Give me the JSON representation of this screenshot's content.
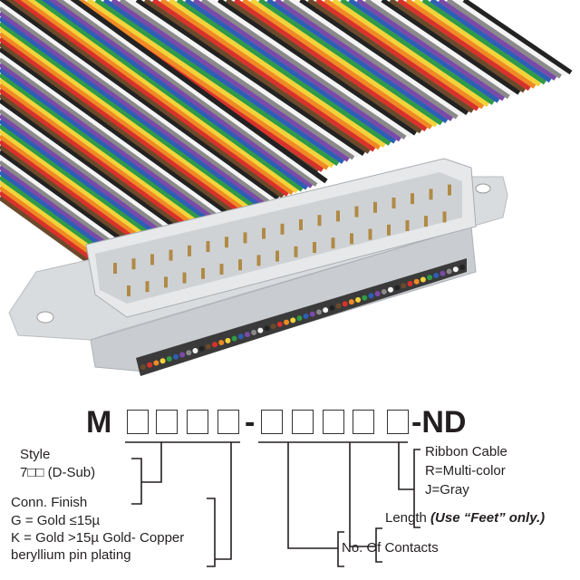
{
  "part_number": {
    "prefix": "M",
    "separator": "-",
    "suffix": "-ND",
    "group1_boxes": 4,
    "group2_boxes": 5
  },
  "legend": {
    "style": {
      "title": "Style",
      "line": "7□□ (D-Sub)"
    },
    "finish": {
      "title": "Conn. Finish",
      "g": "G = Gold ≤15µ",
      "k": "K = Gold >15µ Gold- Copper",
      "k2": "beryllium pin plating"
    },
    "contacts": "No. Of Contacts",
    "length": {
      "label": "Length ",
      "note": "(Use “Feet” only.)"
    },
    "ribbon": {
      "title": "Ribbon Cable",
      "r": "R=Multi-color",
      "j": "J=Gray"
    }
  },
  "wire_colors": [
    "#6b4a2b",
    "#d8322b",
    "#f08a24",
    "#f2d43a",
    "#2f9a48",
    "#2d5fb5",
    "#7b4aa8",
    "#8a8a8a",
    "#f4f4f4",
    "#222222"
  ]
}
